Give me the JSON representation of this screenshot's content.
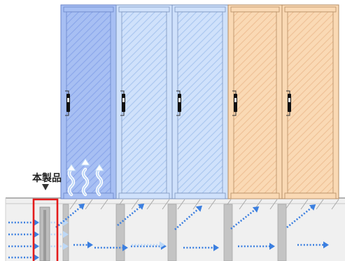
{
  "label": {
    "text": "本製品",
    "marker": "triangle-down-icon"
  },
  "cabinets": [
    {
      "name": "rack-cabinet-1",
      "color": "#a7bff3",
      "hatch": "#8aa6ea",
      "edge": "#6b85c9"
    },
    {
      "name": "rack-cabinet-2",
      "color": "#cfe1fb",
      "hatch": "#a9c6ef",
      "edge": "#7b94bf"
    },
    {
      "name": "rack-cabinet-3",
      "color": "#cfe1fb",
      "hatch": "#a9c6ef",
      "edge": "#7b94bf"
    },
    {
      "name": "rack-cabinet-4",
      "color": "#fad9b4",
      "hatch": "#eec095",
      "edge": "#b48d63"
    },
    {
      "name": "rack-cabinet-5",
      "color": "#fad9b4",
      "hatch": "#eec095",
      "edge": "#b48d63"
    }
  ],
  "colors": {
    "airflow": "#3b7fe0",
    "airflow_light": "#bcd8f7",
    "raised_floor": "#f0f0f0",
    "floor_edge": "#9a9a9a",
    "pillar": "#c4c4c4",
    "highlight": "#e41b1b"
  }
}
